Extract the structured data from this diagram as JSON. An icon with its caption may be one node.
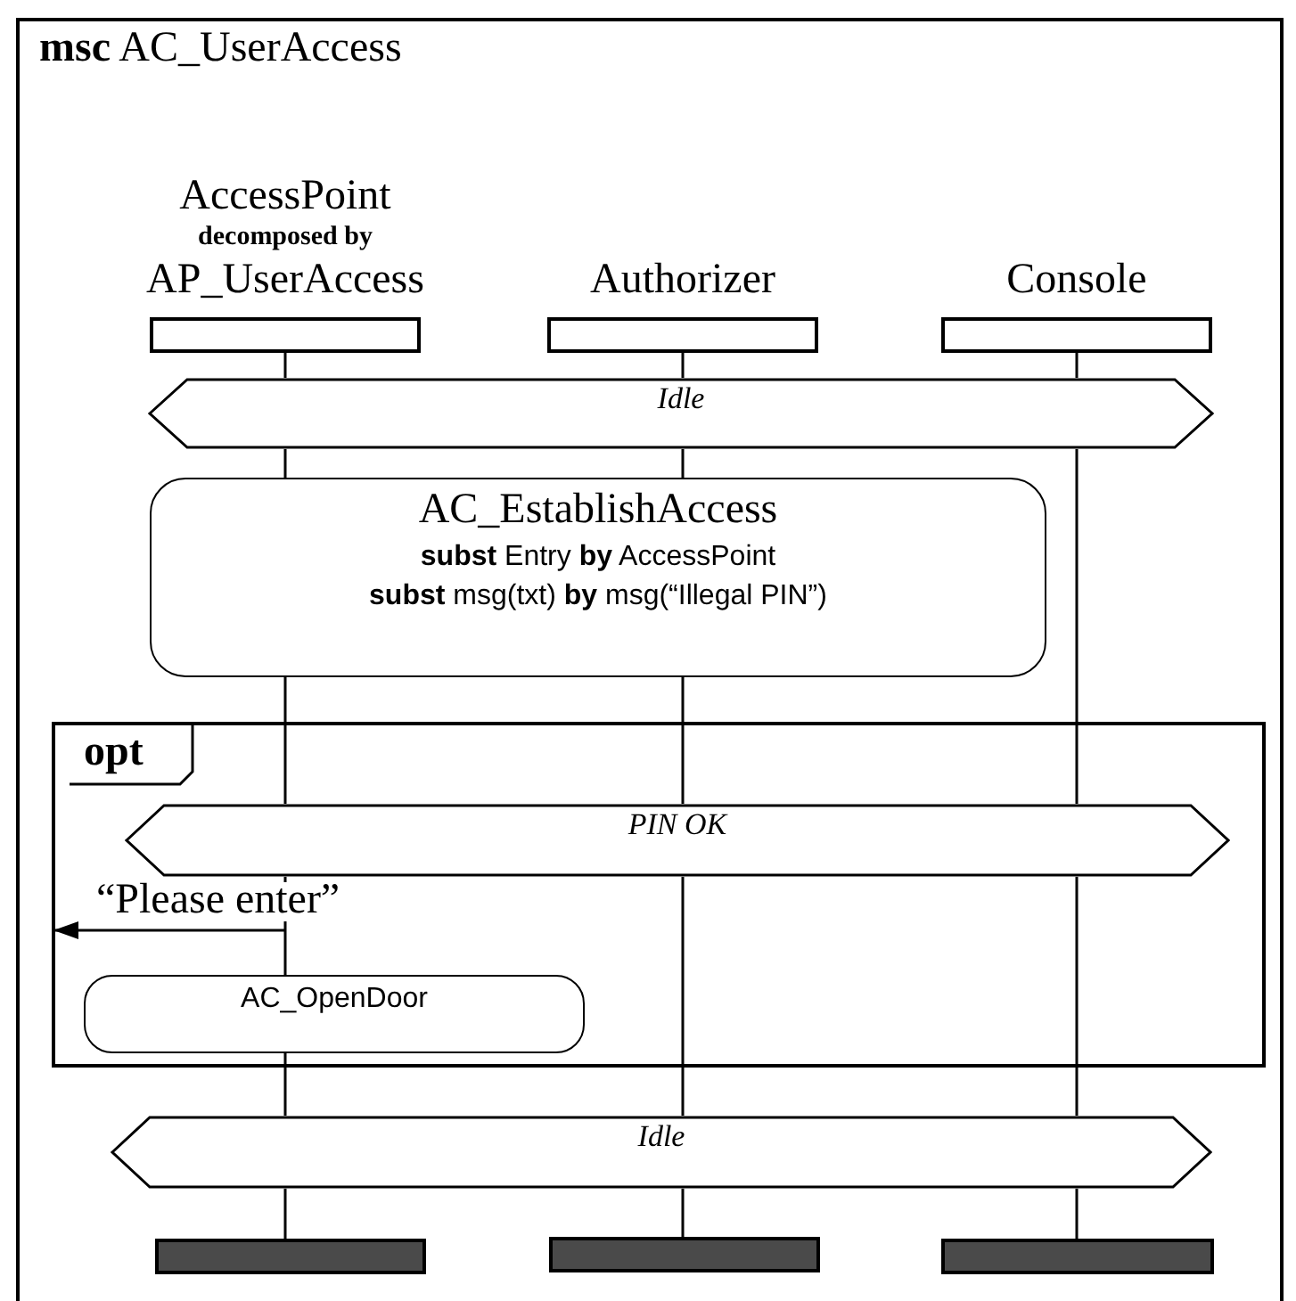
{
  "diagram": {
    "title": "**msc** AC_UserAccess",
    "nodes": [
      {
        "text": [
          "AccessPoint",
          "decomposed by",
          "AP_UserAccess"
        ]
      },
      {
        "text": [
          "Authorizer"
        ]
      },
      {
        "text": [
          "Console"
        ]
      },
      {
        "text": [
          "Idle"
        ]
      },
      {
        "text": [
          "AC_EstablishAccess",
          "**subst** Entry **by** AccessPoint",
          "**subst** msg(txt) **by** msg(“Illegal PIN”)"
        ]
      },
      {
        "text": [
          "opt"
        ]
      },
      {
        "text": [
          "PIN OK"
        ],
        "in": 5
      },
      {
        "text": [
          "AC_OpenDoor"
        ],
        "in": 5
      },
      {
        "text": [
          "Idle"
        ]
      },
      {
        "text": [],
        "shape": "bar"
      },
      {
        "text": [],
        "shape": "bar"
      },
      {
        "text": [],
        "shape": "bar"
      }
    ],
    "edges": [
      {
        "from": 0,
        "to": 3,
        "arrow": "none"
      },
      {
        "from": 3,
        "to": 4,
        "arrow": "none"
      },
      {
        "from": 4,
        "to": 6,
        "arrow": "none"
      },
      {
        "from": 6,
        "to": 7,
        "arrow": "none"
      },
      {
        "from": 7,
        "to": 8,
        "arrow": "none"
      },
      {
        "from": 8,
        "to": 9,
        "arrow": "none"
      },
      {
        "from": 1,
        "to": 3,
        "arrow": "none"
      },
      {
        "from": 3,
        "to": 4,
        "arrow": "none"
      },
      {
        "from": 4,
        "to": 6,
        "arrow": "none"
      },
      {
        "from": 6,
        "to": 8,
        "arrow": "none"
      },
      {
        "from": 8,
        "to": 10,
        "arrow": "none"
      },
      {
        "from": 2,
        "to": 3,
        "arrow": "none"
      },
      {
        "from": 3,
        "to": 6,
        "arrow": "none"
      },
      {
        "from": 6,
        "to": 8,
        "arrow": "none"
      },
      {
        "from": 8,
        "to": 11,
        "arrow": "none"
      },
      {
        "from": null,
        "to": 5,
        "arrow": "to",
        "label": "“Please enter”"
      }
    ]
  }
}
